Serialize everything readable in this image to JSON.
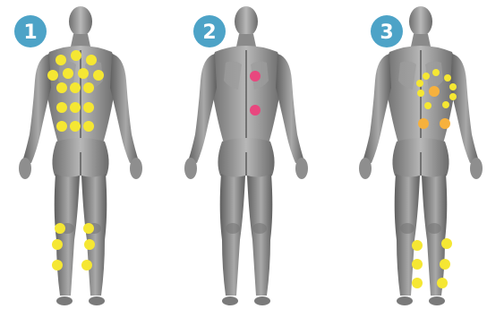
{
  "panels": [
    {
      "number": "1",
      "badge_color": "#4da3c7",
      "marker_color": "#f5e733",
      "marker_style": "small-yellow"
    },
    {
      "number": "2",
      "badge_color": "#4da3c7",
      "marker_color": "#e8477e",
      "marker_style": "pink"
    },
    {
      "number": "3",
      "badge_color": "#4da3c7",
      "marker_color": "#f5e733",
      "accent_color": "#f6b13d",
      "marker_style": "yellow-and-orange"
    }
  ],
  "icons": {
    "figure": "human-back-muscle-figure-icon",
    "marker": "circle-marker"
  }
}
